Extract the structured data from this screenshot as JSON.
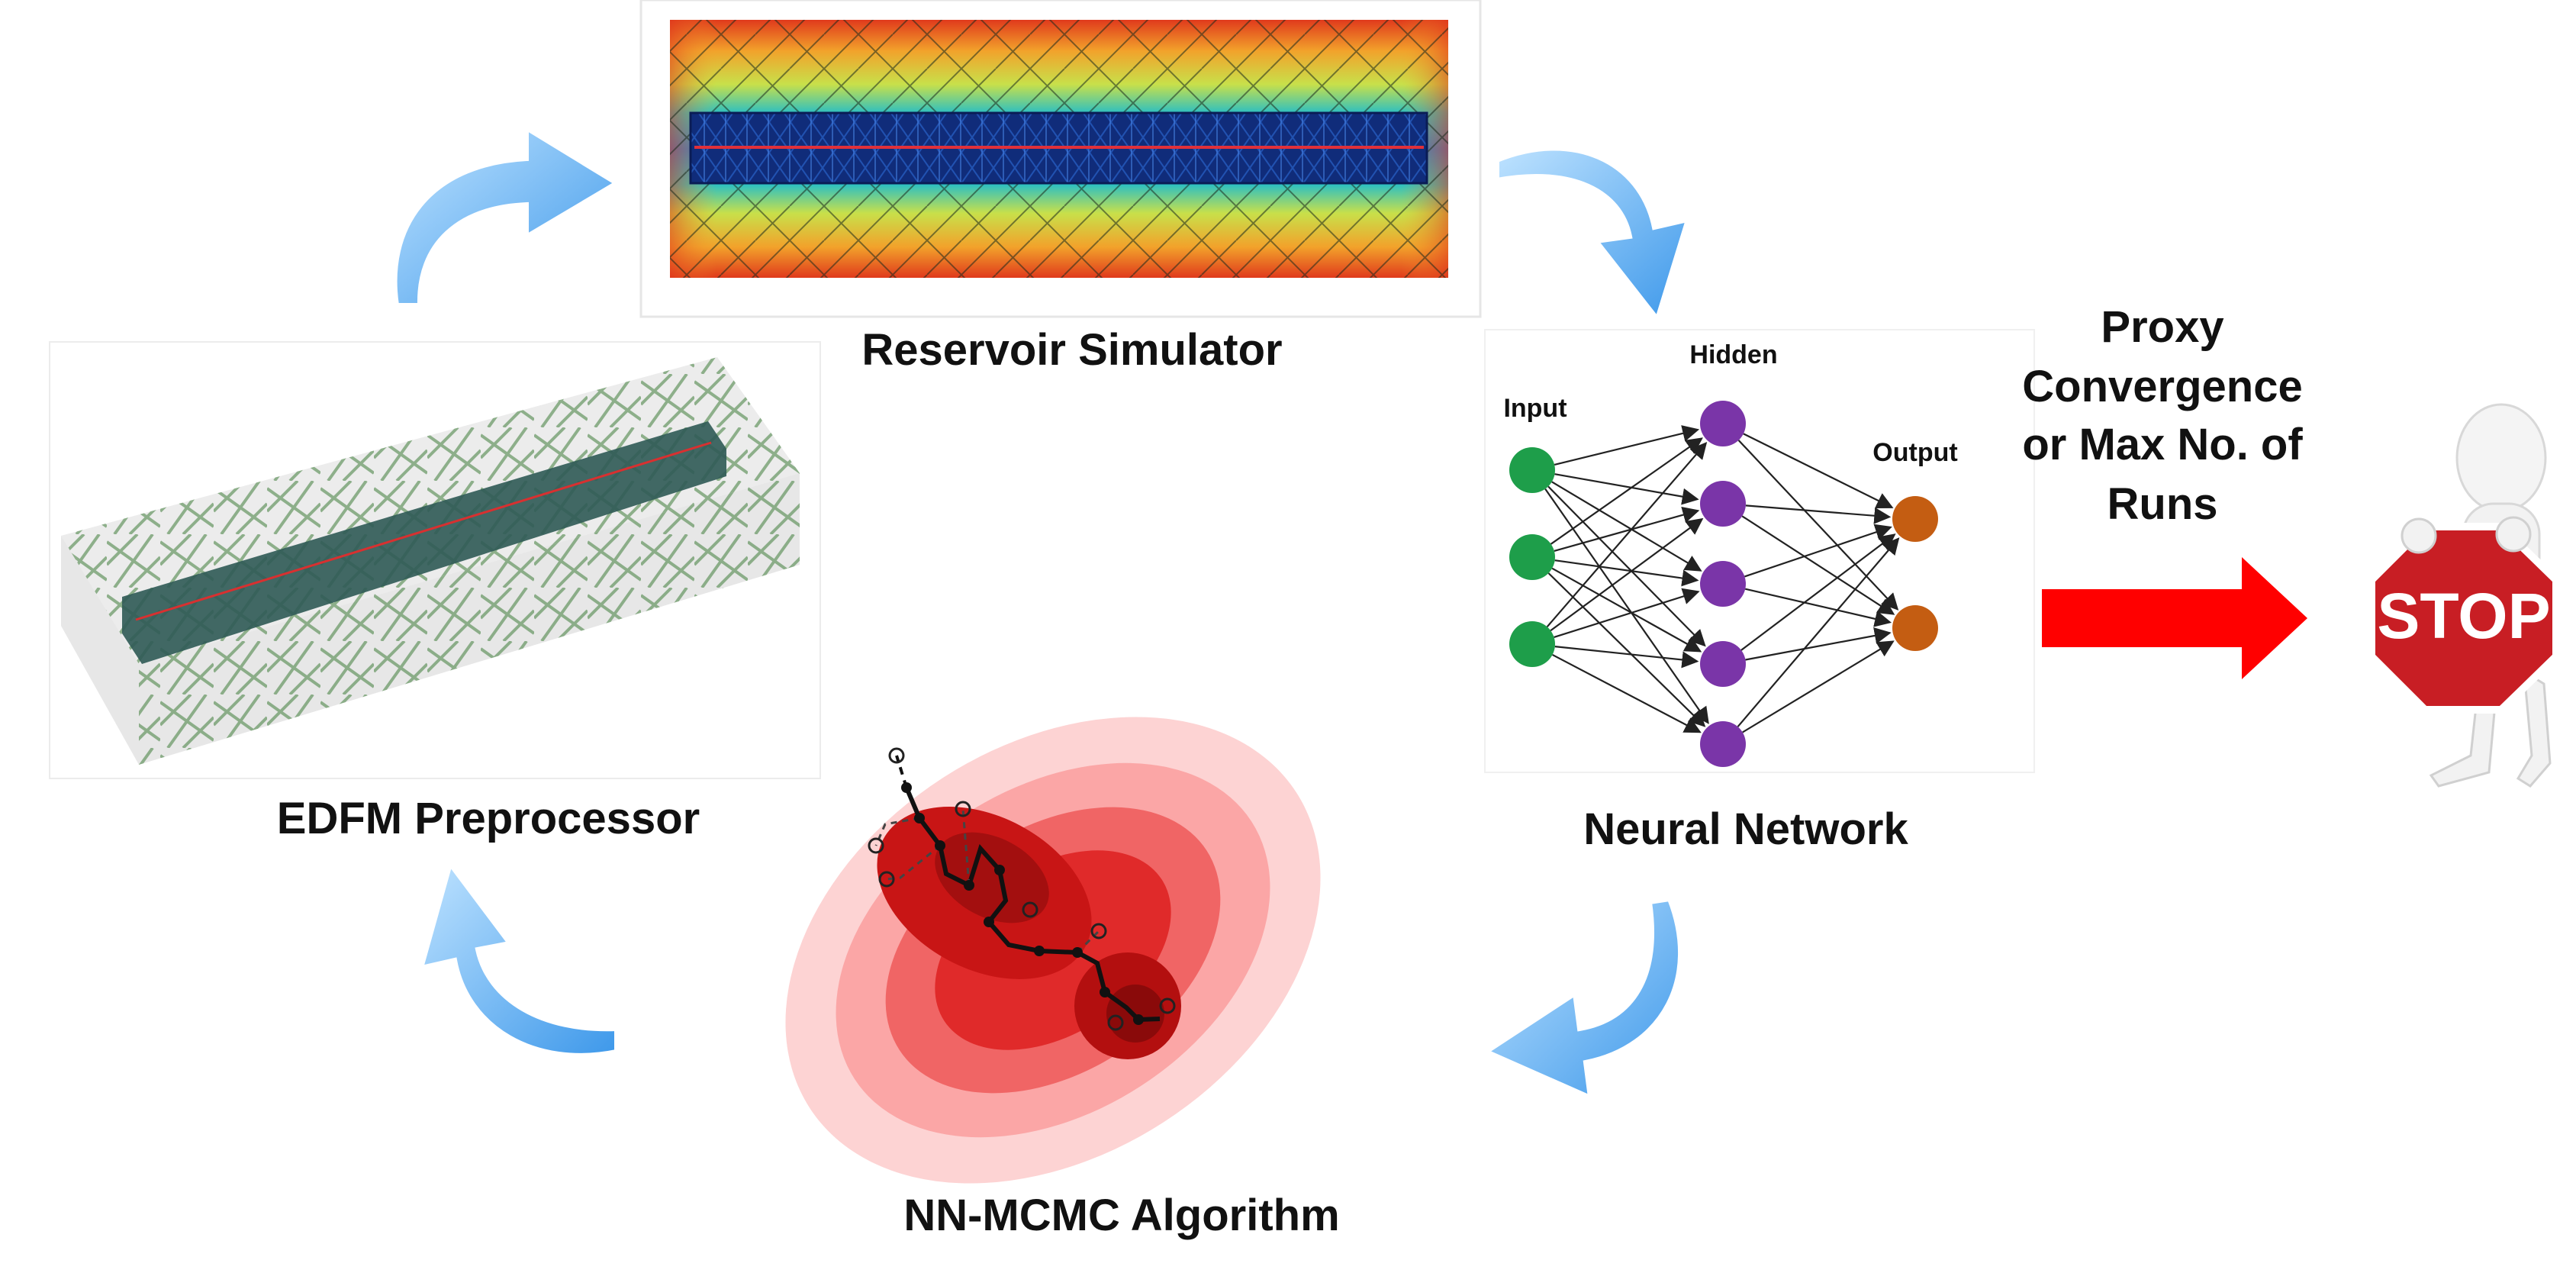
{
  "labels": {
    "reservoir_simulator": "Reservoir Simulator",
    "edfm_preprocessor": "EDFM Preprocessor",
    "neural_network": "Neural Network",
    "nn_mcmc": "NN-MCMC Algorithm",
    "stop_condition": [
      "Proxy",
      "Convergence",
      "or Max No. of",
      "Runs"
    ],
    "stop_sign": "STOP"
  },
  "neural_network": {
    "input_label": "Input",
    "hidden_label": "Hidden",
    "output_label": "Output",
    "input_count": 3,
    "hidden_count": 5,
    "output_count": 2,
    "colors": {
      "input": "#1e9e4a",
      "hidden": "#7a35a8",
      "output": "#c45d12"
    }
  },
  "colors": {
    "cycle_arrow": "#55aaf0",
    "stop_arrow": "#ff0000",
    "stop_sign": "#c81e24",
    "fracture_green": "#3f7d3a",
    "mcmc_red": "#d90b0b"
  },
  "icons": [
    "cycle-arrow-icon",
    "stop-arrow-icon",
    "stop-figure-icon"
  ]
}
